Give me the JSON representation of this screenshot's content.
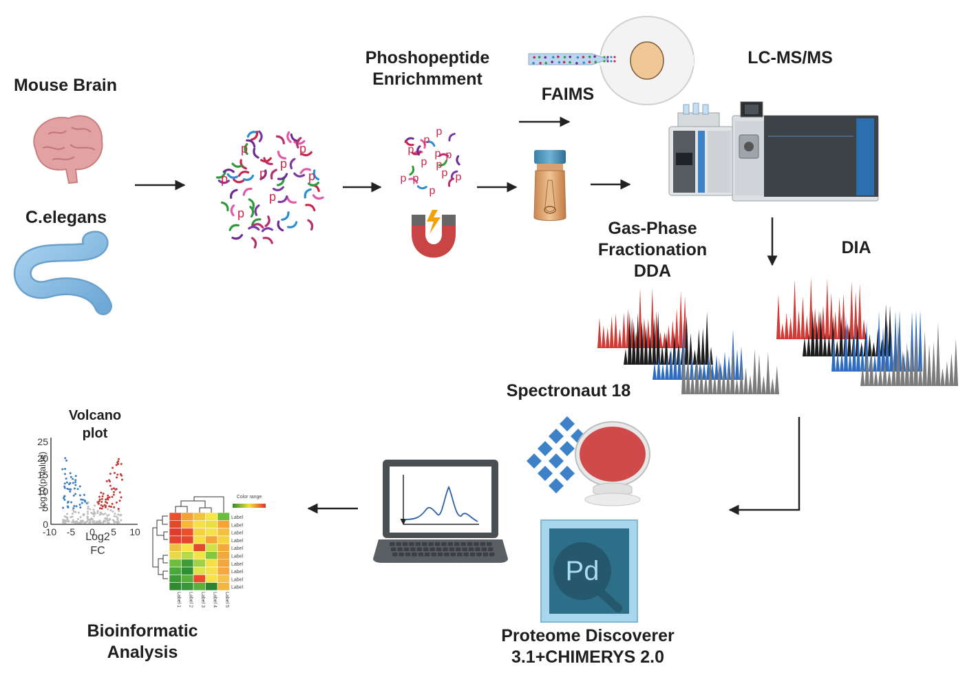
{
  "labels": {
    "mouse_brain": "Mouse Brain",
    "c_elegans": "C.elegans",
    "phospho_line1": "Phoshopeptide",
    "phospho_line2": "Enrichmment",
    "faims": "FAIMS",
    "lcms": "LC-MS/MS",
    "gpf_line1": "Gas-Phase",
    "gpf_line2": "Fractionation",
    "gpf_line3": "DDA",
    "dia": "DIA",
    "spectronaut": "Spectronaut 18",
    "pd_line1": "Proteome Discoverer",
    "pd_line2": "3.1+CHIMERYS 2.0",
    "pd_logo": "Pd",
    "bio_line1": "Bioinformatic",
    "bio_line2": "Analysis",
    "volcano_line1": "Volcano",
    "volcano_line2": "plot"
  },
  "peptide_marker": "p",
  "volcano": {
    "y_ticks": [
      "25",
      "20",
      "15",
      "10",
      "5",
      "0"
    ],
    "x_ticks": [
      "-10",
      "-5",
      "0",
      "5",
      "10"
    ],
    "xlabel_line1": "Log2",
    "xlabel_line2": "FC",
    "ylabel": "-log10(p-value)"
  },
  "heatmap": {
    "legend_title": "Color range",
    "row_label": "Label",
    "col_labels": [
      "Label 1",
      "Label 2",
      "Label 3",
      "Label 4",
      "Label 5"
    ]
  },
  "colors": {
    "arrow": "#222222",
    "brain": "#e3a2a2",
    "worm": "#8cbfe3",
    "magnet_red": "#c94444",
    "peak_red": "#d13a35",
    "peak_black": "#1c1c1c",
    "peak_blue": "#2d6cc0",
    "peak_gray": "#7b7b7b",
    "spectronaut_blue": "#3d82c9",
    "pd_teal": "#2d6f88"
  }
}
